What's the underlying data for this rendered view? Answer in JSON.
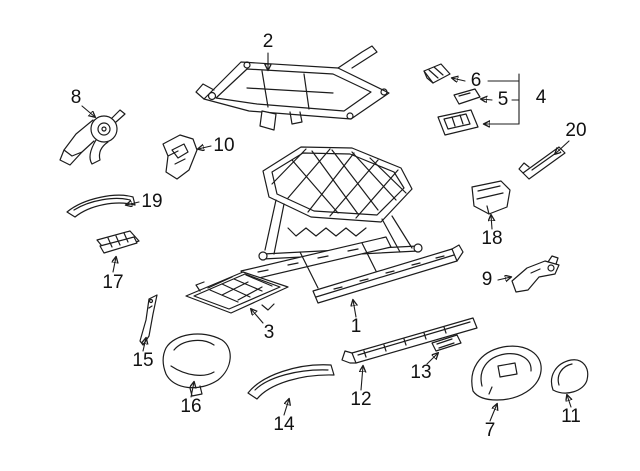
{
  "diagram": {
    "background_color": "#ffffff",
    "line_color": "#1c1c1c",
    "label_color": "#111111",
    "callouts": [
      {
        "label": "1"
      },
      {
        "label": "2"
      },
      {
        "label": "3"
      },
      {
        "label": "4"
      },
      {
        "label": "5"
      },
      {
        "label": "6"
      },
      {
        "label": "7"
      },
      {
        "label": "8"
      },
      {
        "label": "9"
      },
      {
        "label": "10"
      },
      {
        "label": "11"
      },
      {
        "label": "12"
      },
      {
        "label": "13"
      },
      {
        "label": "14"
      },
      {
        "label": "15"
      },
      {
        "label": "16"
      },
      {
        "label": "17"
      },
      {
        "label": "18"
      },
      {
        "label": "19"
      },
      {
        "label": "20"
      }
    ]
  }
}
